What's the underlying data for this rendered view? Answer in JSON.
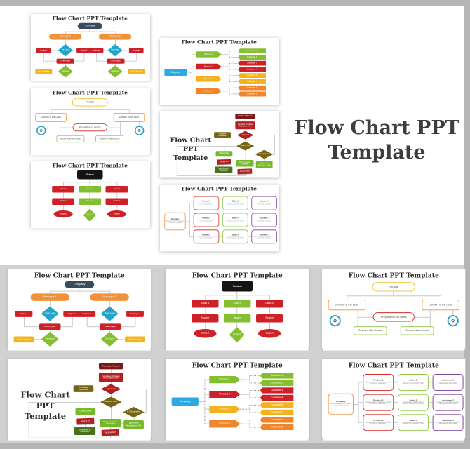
{
  "page": {
    "title_line1": "Flow Chart PPT",
    "title_line2": "Template"
  },
  "slide_title": "Flow Chart PPT Template",
  "slides": {
    "org": {
      "company": "Company",
      "manager1": "Manager 1",
      "manager2": "Manager 2",
      "left": {
        "box1": "Project 1",
        "box2": "Project 2",
        "diamond": "Team Lead",
        "final": "Final Project",
        "dev": "Developer",
        "check": "Final Checking"
      },
      "right": {
        "box1": "Employee",
        "box2": "Employee",
        "diamond": "Team Lead",
        "final": "Final Project",
        "dev": "Developer",
        "check": "Final Checking"
      }
    },
    "receipt": {
      "top": "Receipt",
      "division_left": "Division of the Lead",
      "division_right": "Division of the Lead",
      "center": "Preparation of Orders",
      "warehouse_left": "Reserve Warehouse",
      "warehouse_right": "Reserve Warehouse",
      "gear_icon": "gear"
    },
    "school": {
      "root": "School",
      "cols": [
        {
          "class": "Class A",
          "student": "Student",
          "subject": "Subject"
        },
        {
          "class": "Class A",
          "student": "Student",
          "subject": "Subject"
        },
        {
          "class": "Class A",
          "student": "Student",
          "subject": "Subject"
        }
      ]
    },
    "products": {
      "company": "Company",
      "products": [
        {
          "label": "Product 1"
        },
        {
          "label": "Product 2"
        },
        {
          "label": "Product 3"
        },
        {
          "label": "Product 4"
        }
      ],
      "customers": [
        "Customer 1",
        "Customer 2",
        "Customer 3",
        "Customer 4",
        "Customer 5",
        "Customer 6",
        "Customer 7",
        "Customer 8"
      ]
    },
    "purchase": {
      "heading_line1": "Flow Chart PPT",
      "heading_line2": "Template",
      "n1": "Purchase Process",
      "n2": "Complete Purchase Requisition Form",
      "n3": "Purchase Requisition",
      "n4": "Approved",
      "n5": "Value of Cost",
      "n6": "Obtain Quote",
      "n7": "Issue a PO",
      "n8": "Equipment to Custodian",
      "n9": "Is it Equipment",
      "n10": "Equipment Allocation on File",
      "n11": "Report to Asset Custodian",
      "n12": "Receive Item"
    },
    "grid": {
      "company": {
        "label": "Company",
        "desc": "An organization that engaged in commercial, industrial."
      },
      "rows": [
        {
          "product": {
            "label": "Product 1",
            "desc": "Creation that is marketed or offered for sale to consumers."
          },
          "seller": {
            "label": "Seller 1",
            "desc": "Someone who sells goods or services to a buyer for a profit."
          },
          "customer": {
            "label": "Customer 1",
            "desc": "A person who purchases goods or services from a business."
          }
        },
        {
          "product": {
            "label": "Product 2",
            "desc": "Creation that is marketed or offered for sale to consumers."
          },
          "seller": {
            "label": "Seller 2",
            "desc": "Someone who sells goods or services to a buyer for a profit."
          },
          "customer": {
            "label": "Customer 2",
            "desc": "A person who purchases goods or services from a business."
          }
        },
        {
          "product": {
            "label": "Product 3",
            "desc": "Creation that is marketed or offered for sale to consumers."
          },
          "seller": {
            "label": "Seller 3",
            "desc": "Someone who sells goods or services to a buyer for a profit."
          },
          "customer": {
            "label": "Customer 3",
            "desc": "A person who purchases goods or services from a business."
          }
        }
      ]
    }
  },
  "colors": {
    "navy": "#3A4B60",
    "orange": "#F0923B",
    "red": "#CE2127",
    "dark_red": "#B3201F",
    "maroon": "#7F1618",
    "blue_diamond": "#21A5CB",
    "sky_blue": "#2BA9E0",
    "green": "#85BE2F",
    "bright_green": "#76B82A",
    "dark_green": "#4A701C",
    "olive": "#756414",
    "yellow": "#F2B31C",
    "amber_outline": "#F2C12E",
    "orange_deep": "#F0862B",
    "purple_outline": "#7D3F98",
    "title_text": "#3D3D3D",
    "frame_bg": "#B5B5B5",
    "bottom_bg": "#D1D1D1"
  }
}
